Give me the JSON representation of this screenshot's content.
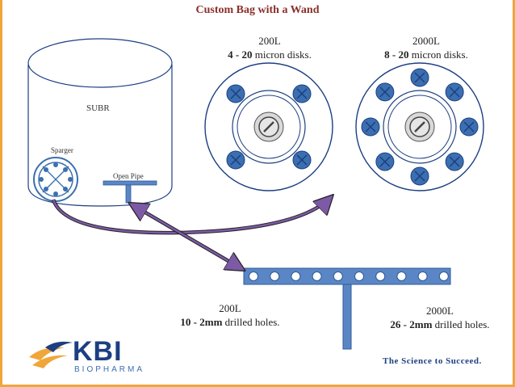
{
  "title": "Custom Bag with a Wand",
  "subr_label": "SUBR",
  "sparger_label": "Sparger",
  "open_pipe_label": "Open Pipe",
  "disk_200": {
    "size": "200L",
    "spec_bold": "4 - 20",
    "spec_rest": " micron disks."
  },
  "disk_2000": {
    "size": "2000L",
    "spec_bold": "8 - 20",
    "spec_rest": " micron disks."
  },
  "pipe_200": {
    "size": "200L",
    "spec_bold": "10 - 2mm",
    "spec_rest": " drilled holes."
  },
  "pipe_2000": {
    "size": "2000L",
    "spec_bold": "26 - 2mm",
    "spec_rest": " drilled holes."
  },
  "logo": {
    "name": "KBI",
    "sub": "BIOPHARMA"
  },
  "tagline": "The Science to Succeed.",
  "colors": {
    "accent": "#f0a63a",
    "title": "#8b2f2a",
    "disk_blue": "#3b6fb0",
    "pipe_blue": "#5b86c6",
    "navy": "#1c3f82"
  }
}
